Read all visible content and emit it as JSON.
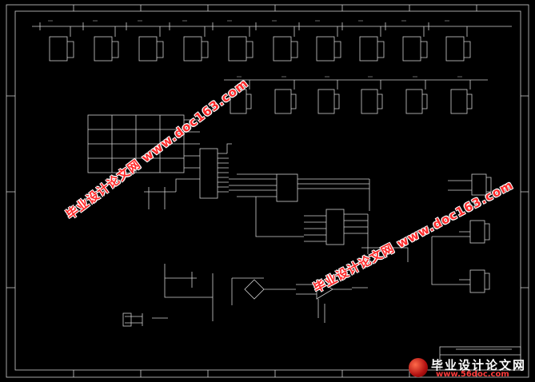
{
  "watermarks": {
    "left": "毕业设计论文网 www.doc163.com",
    "right": "毕业设计论文网 www.doc163.com"
  },
  "footer_logo": {
    "title": "毕业设计论文网",
    "url": "www.56doc.com"
  },
  "colors": {
    "background": "#000000",
    "wire": "#d8d8d8",
    "watermark": "#ff2a2a"
  }
}
